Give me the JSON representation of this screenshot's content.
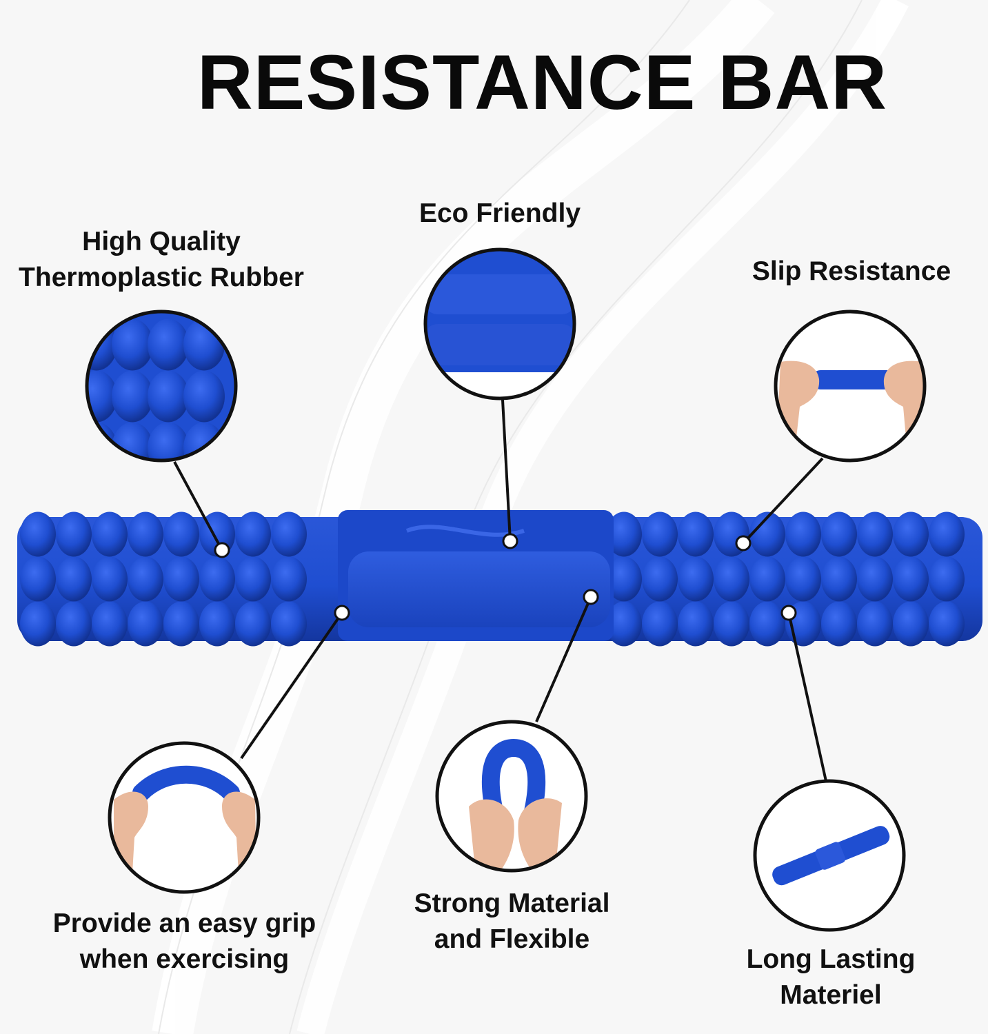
{
  "title": "RESISTANCE BAR",
  "features": {
    "high_quality": {
      "line1": "High Quality",
      "line2": "Thermoplastic Rubber"
    },
    "eco_friendly": {
      "line1": "Eco Friendly"
    },
    "slip_resistance": {
      "line1": "Slip Resistance"
    },
    "easy_grip": {
      "line1": "Provide an easy grip",
      "line2": "when exercising"
    },
    "strong_flexible": {
      "line1": "Strong Material",
      "line2": "and Flexible"
    },
    "long_lasting": {
      "line1": "Long Lasting",
      "line2": "Materiel"
    }
  },
  "colors": {
    "bar": "#1f4ed1",
    "bar_dark": "#163aa6",
    "text": "#111111",
    "skin": "#e9b99c"
  }
}
